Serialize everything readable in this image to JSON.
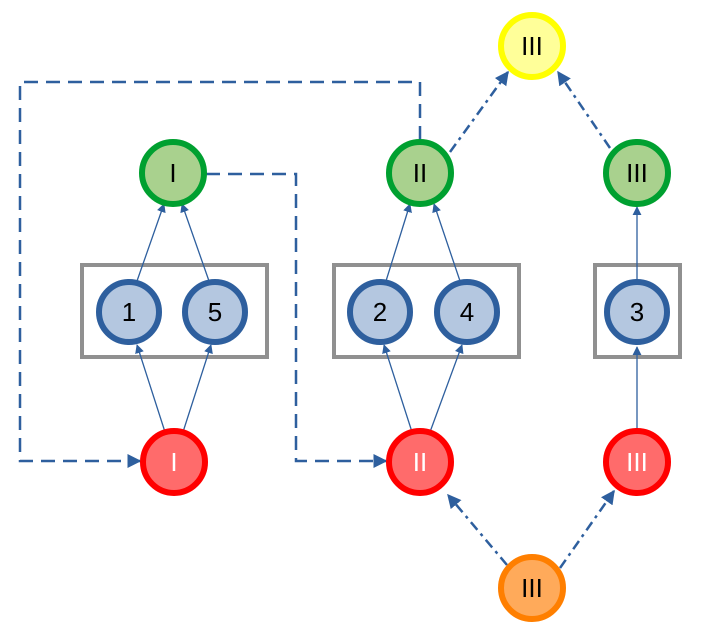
{
  "colors": {
    "arrow": "#2e5f9e",
    "box": "#909090",
    "blue_fill": "#b4c7e0",
    "blue_stroke": "#2e5f9e",
    "green_fill": "#a9d18e",
    "green_stroke": "#00a030",
    "red_fill": "#ff6b6b",
    "red_stroke": "#ff0000",
    "yellow_fill": "#ffff99",
    "yellow_stroke": "#ffff00",
    "orange_fill": "#ffaa5a",
    "orange_stroke": "#ff7f00"
  },
  "nodes": {
    "n1": "1",
    "n5": "5",
    "n2": "2",
    "n4": "4",
    "n3": "3",
    "green_I": "I",
    "green_II": "II",
    "green_III": "III",
    "red_I": "I",
    "red_II": "II",
    "red_III": "III",
    "yellow_III": "III",
    "orange_III": "III"
  }
}
